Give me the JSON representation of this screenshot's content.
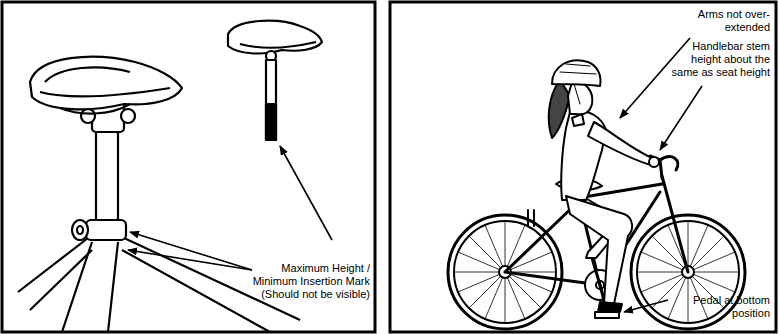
{
  "diagram": {
    "labels": [
      "Maximum Height / Minimum Insertion Mark (Should not be visible)",
      "Arms not over-extended",
      "Handlebar stem height about the same as seat height",
      "Pedal at bottom position"
    ]
  }
}
